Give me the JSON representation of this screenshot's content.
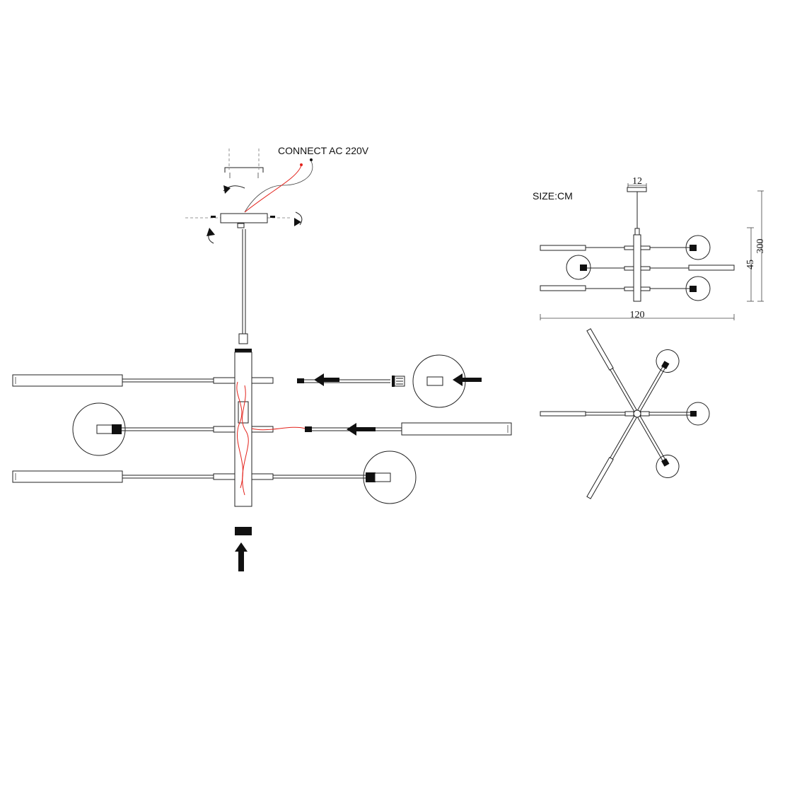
{
  "labels": {
    "connect": "CONNECT AC 220V",
    "size": "SIZE:CM"
  },
  "dimensions": {
    "canopy_width": "12",
    "overall_height": "300",
    "fixture_height": "45",
    "overall_width": "120"
  },
  "colors": {
    "line": "#222222",
    "wire_red": "#e3231c",
    "background": "#ffffff"
  },
  "icons": [
    "rotate-arrow-icon",
    "insert-arrow-icon",
    "plug-connector-icon"
  ]
}
